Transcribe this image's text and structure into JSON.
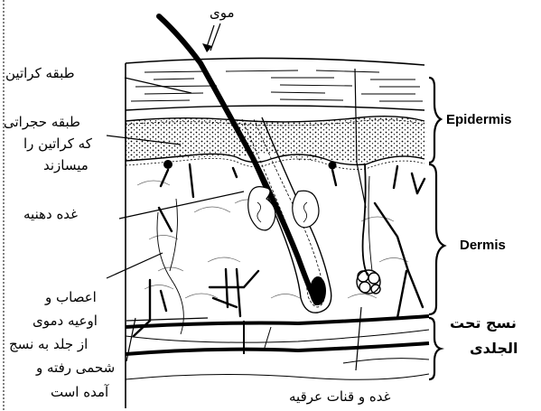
{
  "labels": {
    "hair": "موی",
    "keratin_layer": "طبقه کراتین",
    "cellular_layer": [
      "طبقه حجراتی",
      "که کراتین را",
      "میسازند"
    ],
    "sebaceous_gland": "غده دهنیه",
    "nerves_vessels": [
      "اعصاب و",
      "اوعیه دموی",
      "از جلد به نسج",
      "شحمی رفته و",
      "آمده است"
    ],
    "sweat_gland": "غده و  قنات عرقیه",
    "epidermis": "Epidermis",
    "dermis": "Dermis",
    "subcutaneous": [
      "نسج  تحت",
      "الجلدی"
    ]
  }
}
